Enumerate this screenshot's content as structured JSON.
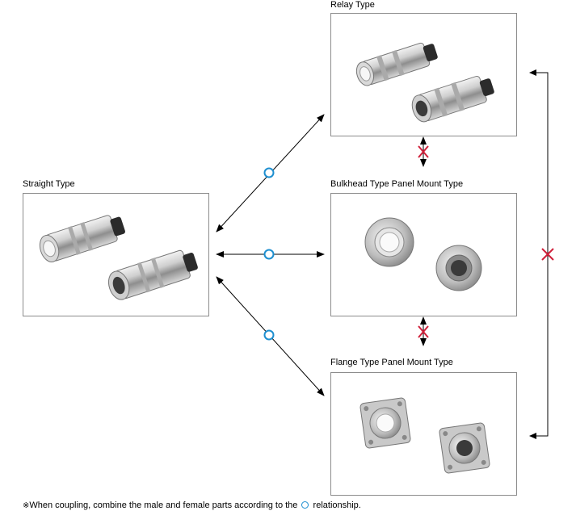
{
  "boxes": {
    "straight": {
      "label": "Straight Type",
      "icon": "straight-connector-pair"
    },
    "relay": {
      "label": "Relay Type",
      "icon": "relay-connector-pair"
    },
    "bulkhead": {
      "label": "Bulkhead Type Panel Mount Type",
      "icon": "bulkhead-connector-pair"
    },
    "flange": {
      "label": "Flange Type Panel Mount Type",
      "icon": "flange-connector-pair"
    }
  },
  "relationships": [
    {
      "from": "straight",
      "to": "relay",
      "symbol": "○",
      "compatible": true
    },
    {
      "from": "straight",
      "to": "bulkhead",
      "symbol": "○",
      "compatible": true
    },
    {
      "from": "straight",
      "to": "flange",
      "symbol": "○",
      "compatible": true
    },
    {
      "from": "relay",
      "to": "bulkhead",
      "symbol": "×",
      "compatible": false
    },
    {
      "from": "bulkhead",
      "to": "flange",
      "symbol": "×",
      "compatible": false
    },
    {
      "from": "relay",
      "to": "flange",
      "symbol": "×",
      "compatible": false
    }
  ],
  "colors": {
    "compatible": "#1e8fd0",
    "incompatible": "#d0203a",
    "arrow": "#000000",
    "border": "#8c8c8c"
  },
  "footnote": {
    "mark": "※",
    "before": "When coupling, combine the male and female parts according to the",
    "after": "relationship."
  }
}
